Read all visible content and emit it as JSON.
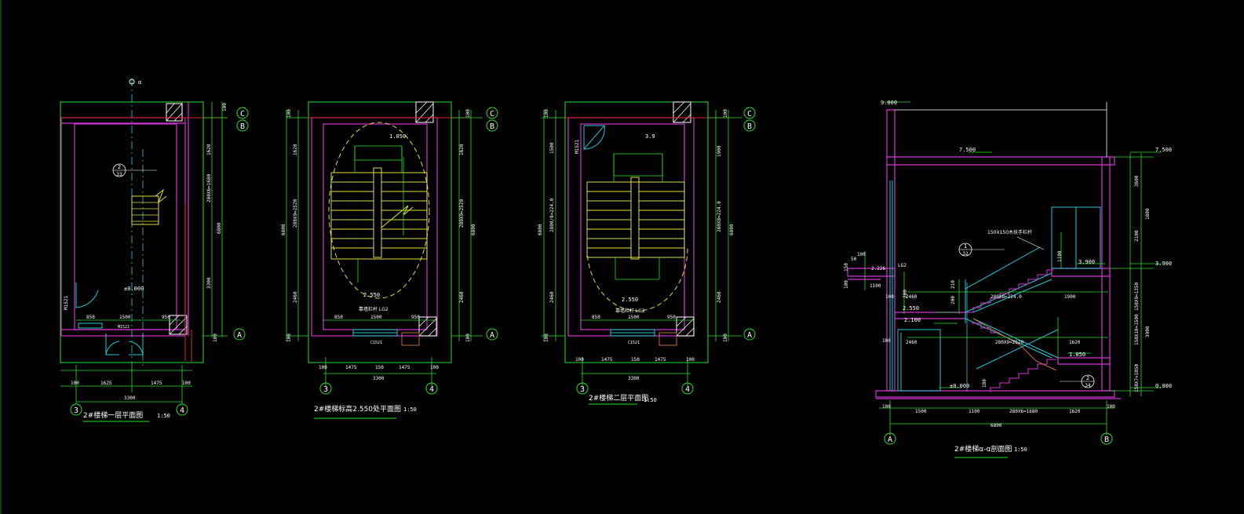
{
  "drawings": [
    {
      "title": "2#楼梯一层平面图",
      "scale": "1:50",
      "axes": [
        "C",
        "B",
        "A",
        "3",
        "4"
      ],
      "labels": {
        "level": "±0.000",
        "section_mark": "α",
        "detail_num": "2",
        "detail_ref": "33",
        "window": "M1521",
        "door": "M1521"
      },
      "dims_bottom": [
        "100",
        "1625",
        "1475",
        "100",
        "3300"
      ],
      "dims_door": [
        "850",
        "1500",
        "950"
      ],
      "dims_right": [
        "1620",
        "280X6=1680",
        "3300",
        "6800",
        "100",
        "100"
      ]
    },
    {
      "title": "2#楼梯标高2.550处平面图",
      "scale": "1:50",
      "axes": [
        "C",
        "B",
        "A",
        "3",
        "4"
      ],
      "labels": {
        "level_top": "1.050",
        "level_bottom": "2.550",
        "rail": "靠墙栏杆 LG2",
        "window": "C1521"
      },
      "dims_bottom": [
        "100",
        "1475",
        "150",
        "1475",
        "100",
        "3300"
      ],
      "dims_door": [
        "850",
        "1500",
        "950"
      ],
      "dims_left": [
        "1620",
        "280X9=2520",
        "2460",
        "6800",
        "100",
        "100"
      ],
      "dims_right": [
        "1620",
        "280X9=2520",
        "2460",
        "6800",
        "100",
        "100"
      ]
    },
    {
      "title": "2#楼梯二层平面图",
      "scale": "1:50",
      "axes": [
        "C",
        "B",
        "A",
        "3",
        "4"
      ],
      "labels": {
        "level_top": "3.9",
        "level_bottom": "2.550",
        "rail": "靠墙栏杆 LG2",
        "door": "M1521",
        "window": "C1521"
      },
      "dims_bottom": [
        "100",
        "1475",
        "150",
        "1475",
        "100",
        "3300"
      ],
      "dims_door": [
        "850",
        "1500",
        "950"
      ],
      "dims_left": [
        "1500",
        "2800/8=224.0",
        "2460",
        "6800",
        "100",
        "100"
      ],
      "dims_right": [
        "1900",
        "280X8=224.0",
        "2460",
        "6800",
        "100",
        "100"
      ]
    },
    {
      "title": "2#楼梯α-α剖面图",
      "scale": "1:50",
      "axes": [
        "A",
        "B"
      ],
      "levels": [
        "9.000",
        "7.500",
        "3.900",
        "2.550",
        "2.100",
        "1.050",
        "±0.000",
        "7.500",
        "3.900",
        "0.000"
      ],
      "labels": {
        "handrail": "150X150木扶手栏杆",
        "detail_num": "1",
        "detail_ref": "32",
        "detail2_num": "2",
        "detail2_ref": "34",
        "rail_type": "LG2"
      },
      "dims_bottom": [
        "100",
        "1500",
        "1100",
        "280X6=1680",
        "1620",
        "100",
        "6800"
      ],
      "dims_flights": [
        "2460",
        "280X8=224.0",
        "1900",
        "2460",
        "280X9=2520",
        "1620"
      ],
      "dims_right": [
        "3600",
        "2100",
        "1800",
        "150X9=1350",
        "150X10=1500",
        "150X7=1050",
        "3900",
        "1100"
      ],
      "dims_left": [
        "50",
        "100",
        "2.226",
        "150",
        "100",
        "1100",
        "300",
        "100",
        "210",
        "200",
        "180",
        "100"
      ]
    }
  ],
  "colors": {
    "wall": "#d633d6",
    "dim": "#26e026",
    "stair": "#dede3c",
    "cyan": "#22c8d6",
    "red": "#e02020",
    "orange": "#c86a3a",
    "text": "#ffffff",
    "bg": "#000000"
  }
}
